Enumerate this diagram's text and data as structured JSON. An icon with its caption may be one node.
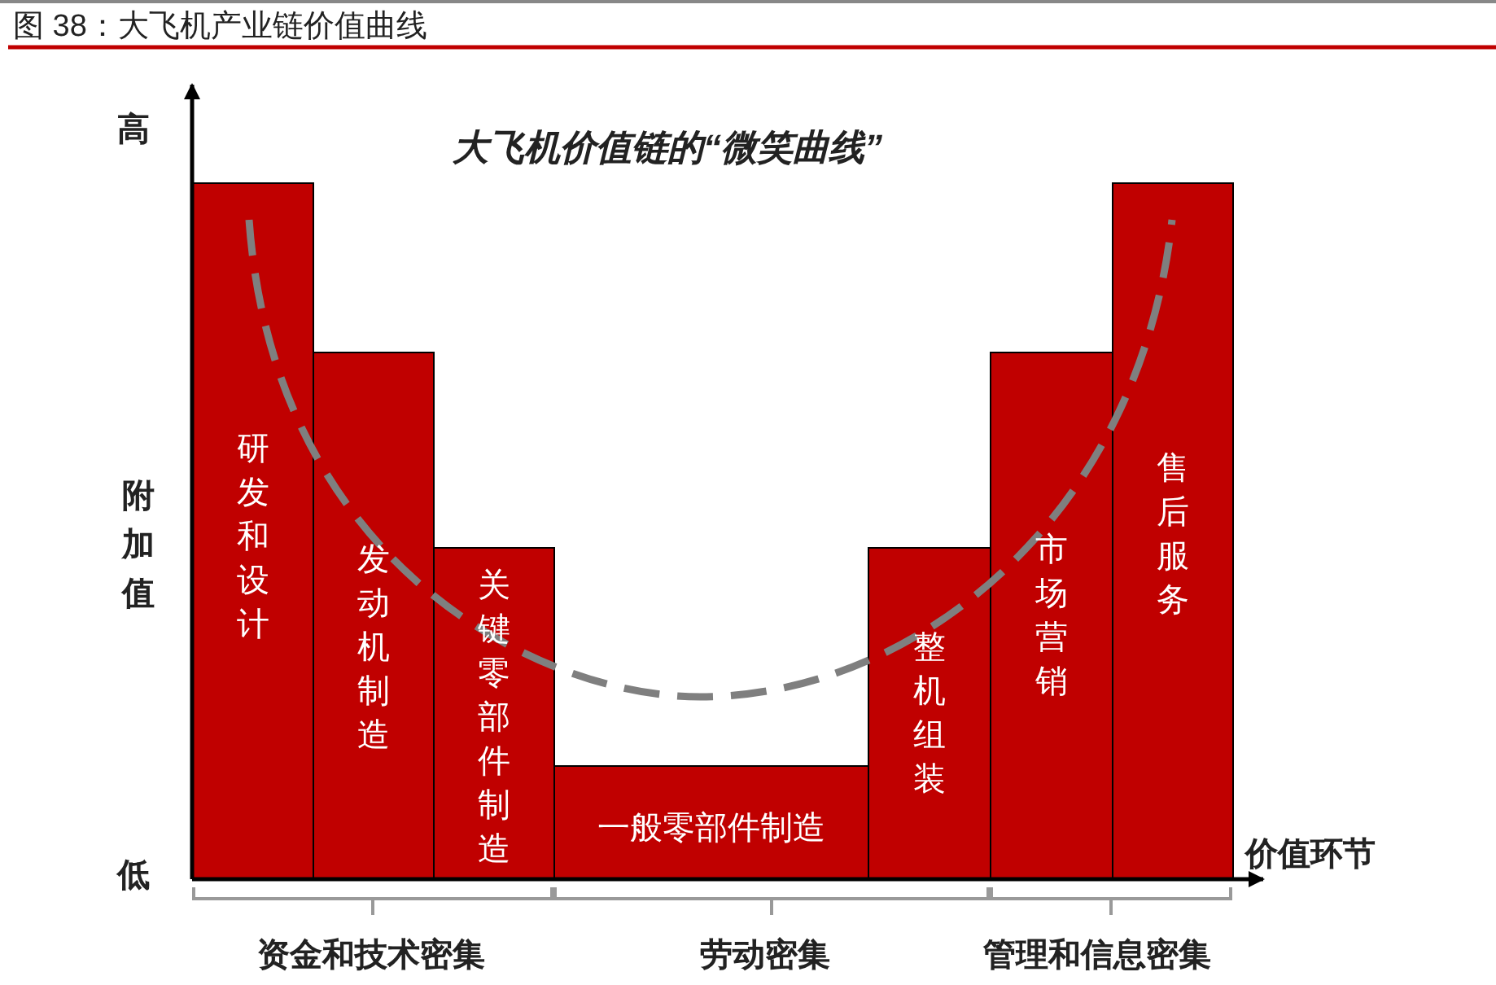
{
  "diagram": {
    "title": "图 38：大飞机产业链价值曲线",
    "nodes": [
      {
        "text": [
          "研发和设计"
        ]
      },
      {
        "text": [
          "发动机制造"
        ]
      },
      {
        "text": [
          "关键零部件制造"
        ]
      },
      {
        "text": [
          "一般零部件制造"
        ]
      },
      {
        "text": [
          "整机组装"
        ]
      },
      {
        "text": [
          "市场营销"
        ]
      },
      {
        "text": [
          "售后服务"
        ]
      }
    ],
    "edges": [],
    "labels": [
      "高",
      "大飞机价值链的“微笑曲线”",
      "附加值",
      "低",
      "价值环节",
      "资金和技术密集",
      "劳动密集",
      "管理和信息密集"
    ]
  }
}
